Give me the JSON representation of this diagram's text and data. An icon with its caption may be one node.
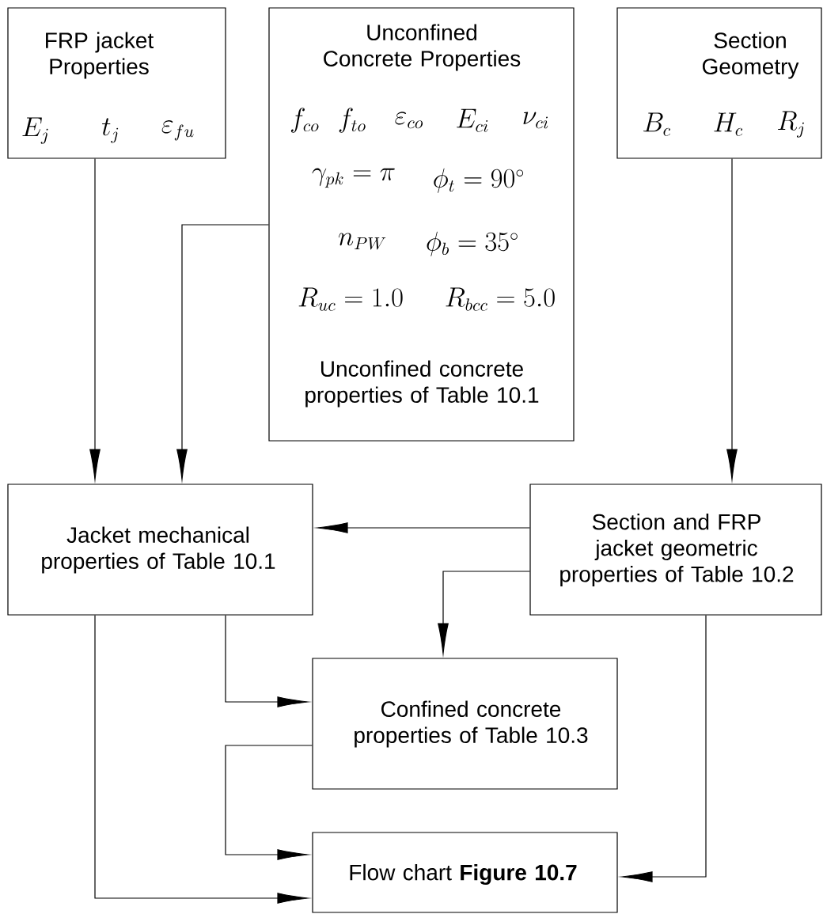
{
  "diagram": {
    "nodes": [
      {
        "text": [
          "FRP jacket Properties",
          "E_j",
          "t_j",
          "\\varepsilon_{fu}"
        ]
      },
      {
        "text": [
          "Unconfined Concrete Properties",
          "f_{co}",
          "f_{to}",
          "\\varepsilon_{co}",
          "E_{ci}",
          "\\nu_{ci}",
          "\\gamma_{pk}=\\pi",
          "\\phi_t=90^\\circ",
          "n_{PW}",
          "\\phi_b=35^\\circ",
          "R_{uc}=1.0",
          "R_{bcc}=5.0",
          "Unconfined concrete properties of Table 10.1"
        ]
      },
      {
        "text": [
          "Section Geometry",
          "B_c",
          "H_c",
          "R_j"
        ]
      },
      {
        "text": [
          "Jacket mechanical properties of Table 10.1"
        ]
      },
      {
        "text": [
          "Section and FRP jacket geometric properties of Table 10.2"
        ]
      },
      {
        "text": [
          "Confined concrete properties of Table 10.3"
        ]
      },
      {
        "text": [
          "Flow chart **Figure 10.7**"
        ]
      }
    ],
    "edges": [
      {
        "from": 0,
        "to": 3,
        "arrow": "to"
      },
      {
        "from": 1,
        "to": 3,
        "arrow": "to"
      },
      {
        "from": 2,
        "to": 4,
        "arrow": "to"
      },
      {
        "from": 4,
        "to": 3,
        "arrow": "to"
      },
      {
        "from": 4,
        "to": 5,
        "arrow": "to"
      },
      {
        "from": 3,
        "to": 5,
        "arrow": "to"
      },
      {
        "from": 5,
        "to": 6,
        "arrow": "to"
      },
      {
        "from": 3,
        "to": 6,
        "arrow": "to"
      },
      {
        "from": 4,
        "to": 6,
        "arrow": "to"
      }
    ]
  }
}
